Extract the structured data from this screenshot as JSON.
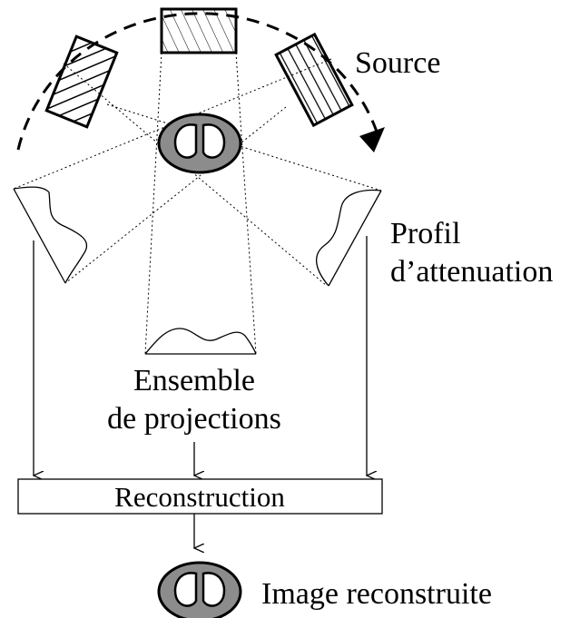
{
  "labels": {
    "source": "Source",
    "profile_line1": "Profil",
    "profile_line2": "d’attenuation",
    "projections_line1": "Ensemble",
    "projections_line2": "de projections",
    "reconstruction": "Reconstruction",
    "output": "Image reconstruite"
  },
  "colors": {
    "ink": "#000000",
    "phantom_fill": "#8c8c8c",
    "background": "#ffffff"
  },
  "icons": {
    "rotation": "dashed-arc-arrow",
    "source_pattern": "hatched-rectangle",
    "phantom": "thorax-cross-section"
  }
}
